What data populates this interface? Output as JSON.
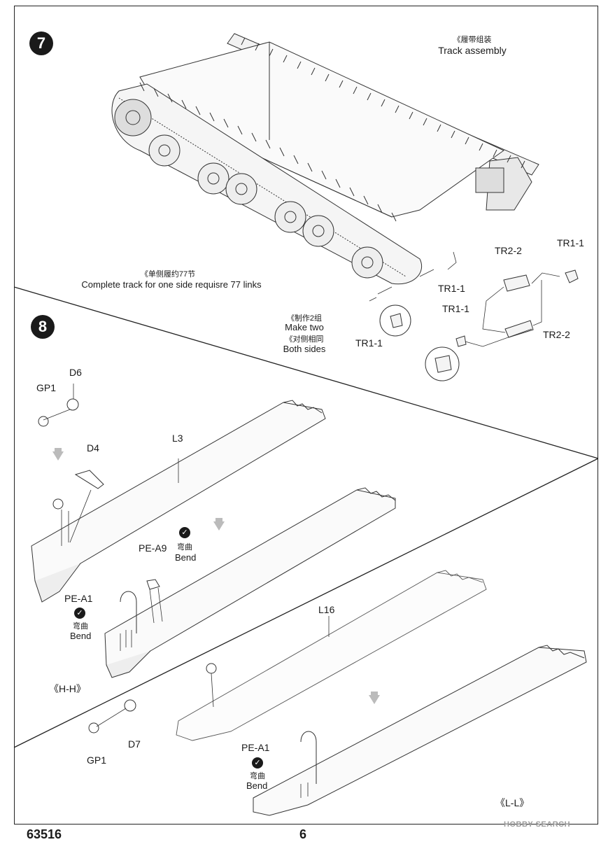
{
  "page": {
    "product_code": "63516",
    "page_number": "6",
    "watermark": "HOBBY SEARCH"
  },
  "step7": {
    "number": "7",
    "title_cn": "《履带组装",
    "title_en": "Track assembly",
    "note_cn": "《单侧履约77节",
    "note_en": "Complete track for one side requisre 77 links",
    "make_cn": "《制作2组",
    "make_en": "Make two",
    "sides_cn": "《对侧相同",
    "sides_en": "Both sides",
    "labels": {
      "tr22_top": "TR2-2",
      "tr11_topright": "TR1-1",
      "tr11_mid": "TR1-1",
      "tr11_left": "TR1-1",
      "tr11_bottom": "TR1-1",
      "tr22_right": "TR2-2"
    }
  },
  "step8": {
    "number": "8",
    "labels": {
      "gp1_top": "GP1",
      "d6": "D6",
      "d4": "D4",
      "l3": "L3",
      "pe_a9": "PE-A9",
      "bend_cn_1": "弯曲",
      "bend_en_1": "Bend",
      "pe_a1_left": "PE-A1",
      "bend_cn_2": "弯曲",
      "bend_en_2": "Bend",
      "hh": "《H-H》",
      "l16": "L16",
      "gp1_bottom": "GP1",
      "d7": "D7",
      "pe_a1_bottom": "PE-A1",
      "bend_cn_3": "弯曲",
      "bend_en_3": "Bend",
      "ll": "《L-L》"
    }
  }
}
